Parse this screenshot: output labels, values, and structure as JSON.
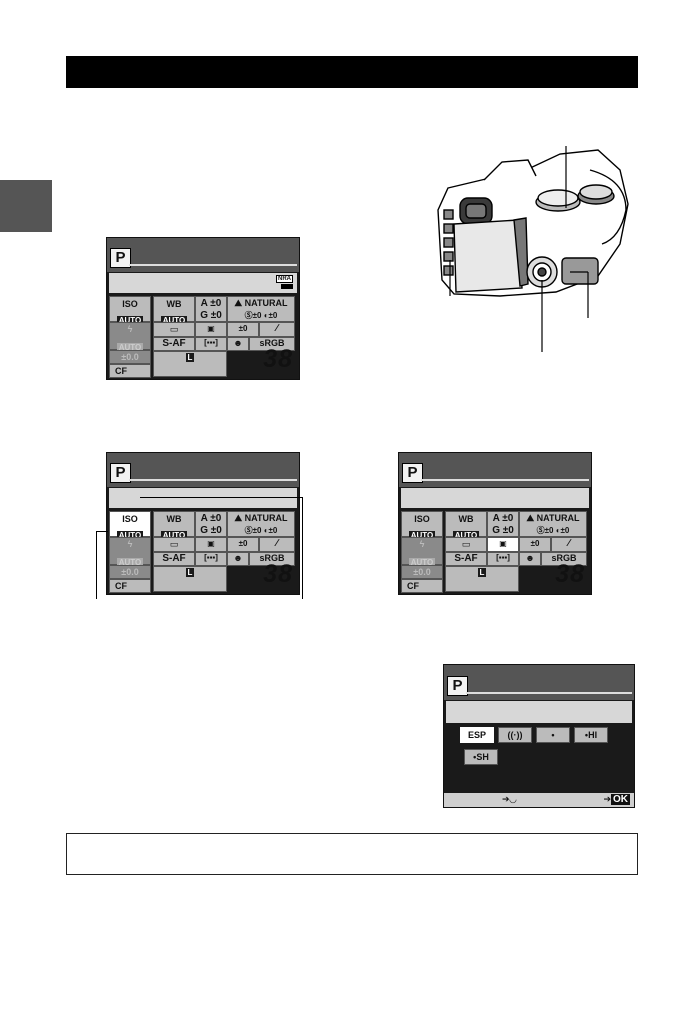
{
  "panel": {
    "mode": "P",
    "nra": "NRA",
    "iso_label": "ISO",
    "iso_value": "AUTO",
    "wb_label": "WB",
    "wb_value": "AUTO",
    "a_adj": "A ±0",
    "g_adj": "G ±0",
    "picture_mode": "NATURAL",
    "sharp": "±0",
    "contrast": "±0",
    "flash_value": "AUTO",
    "flash_comp": "±0.0",
    "exp_comp": "±0",
    "af_mode": "S-AF",
    "color_space": "sRGB",
    "quality": "L",
    "cf": "CF",
    "shots": "38"
  },
  "af_menu": {
    "mode": "P",
    "options": [
      "ESP",
      "((·))",
      "•",
      "•HI",
      "•SH"
    ],
    "selected": "ESP",
    "footer_ok": "OK"
  },
  "colors": {
    "lcd_dark": "#1a1a1a",
    "cell_grey": "#bbbbbb",
    "title_bar": "#000000",
    "side_tab": "#555555"
  },
  "icons": [
    "camera-illustration",
    "flash-icon",
    "picture-mode-icon",
    "sharpness-icon",
    "contrast-icon",
    "face-icon",
    "brush-icon",
    "single-frame-icon",
    "metering-esp-icon",
    "af-area-icon",
    "arrow-icon"
  ]
}
